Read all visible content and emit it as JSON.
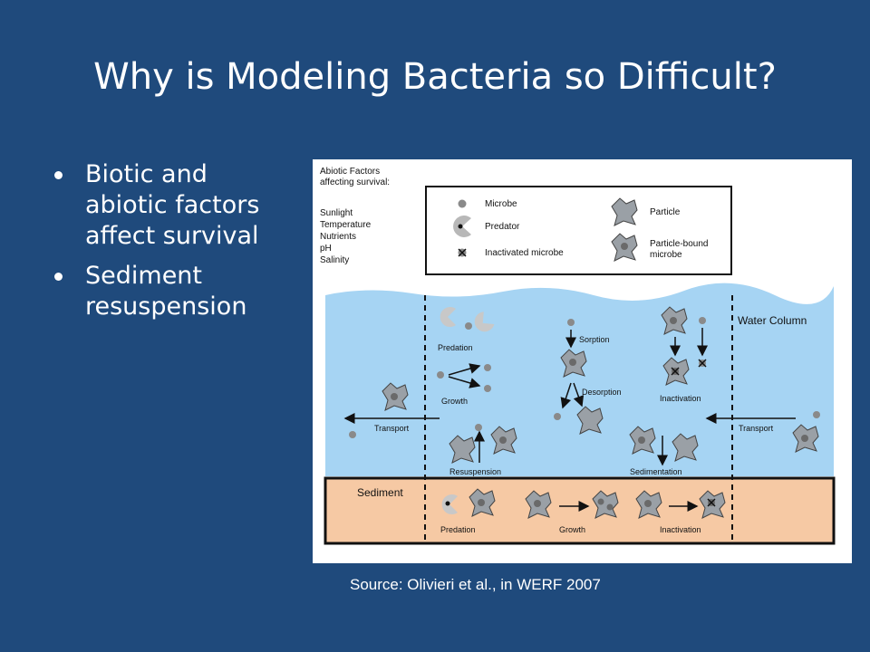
{
  "slide": {
    "title": "Why is Modeling Bacteria so Difficult?",
    "bullets": [
      "Biotic and abiotic factors affect survival",
      "Sediment resuspension"
    ],
    "source": "Source: Olivieri et al., in WERF 2007"
  },
  "figure": {
    "abiotic_title_1": "Abiotic Factors",
    "abiotic_title_2": "affecting survival:",
    "abiotic_factors": [
      "Sunlight",
      "Temperature",
      "Nutrients",
      "pH",
      "Salinity"
    ],
    "legend": {
      "microbe": "Microbe",
      "predator": "Predator",
      "inactivated": "Inactivated microbe",
      "particle": "Particle",
      "particle_bound_1": "Particle-bound",
      "particle_bound_2": "microbe"
    },
    "labels": {
      "water_column": "Water Column",
      "sediment": "Sediment",
      "predation": "Predation",
      "growth": "Growth",
      "transport_left": "Transport",
      "transport_right": "Transport",
      "sorption": "Sorption",
      "desorption": "Desorption",
      "inactivation": "Inactivation",
      "resuspension": "Resuspension",
      "sedimentation": "Sedimentation",
      "sed_predation": "Predation",
      "sed_growth": "Growth",
      "sed_inactivation": "Inactivation"
    },
    "colors": {
      "water": "#a6d4f3",
      "sediment": "#f6c9a4",
      "particle": "#9aa0a6",
      "microbe": "#8a8a8a"
    }
  }
}
